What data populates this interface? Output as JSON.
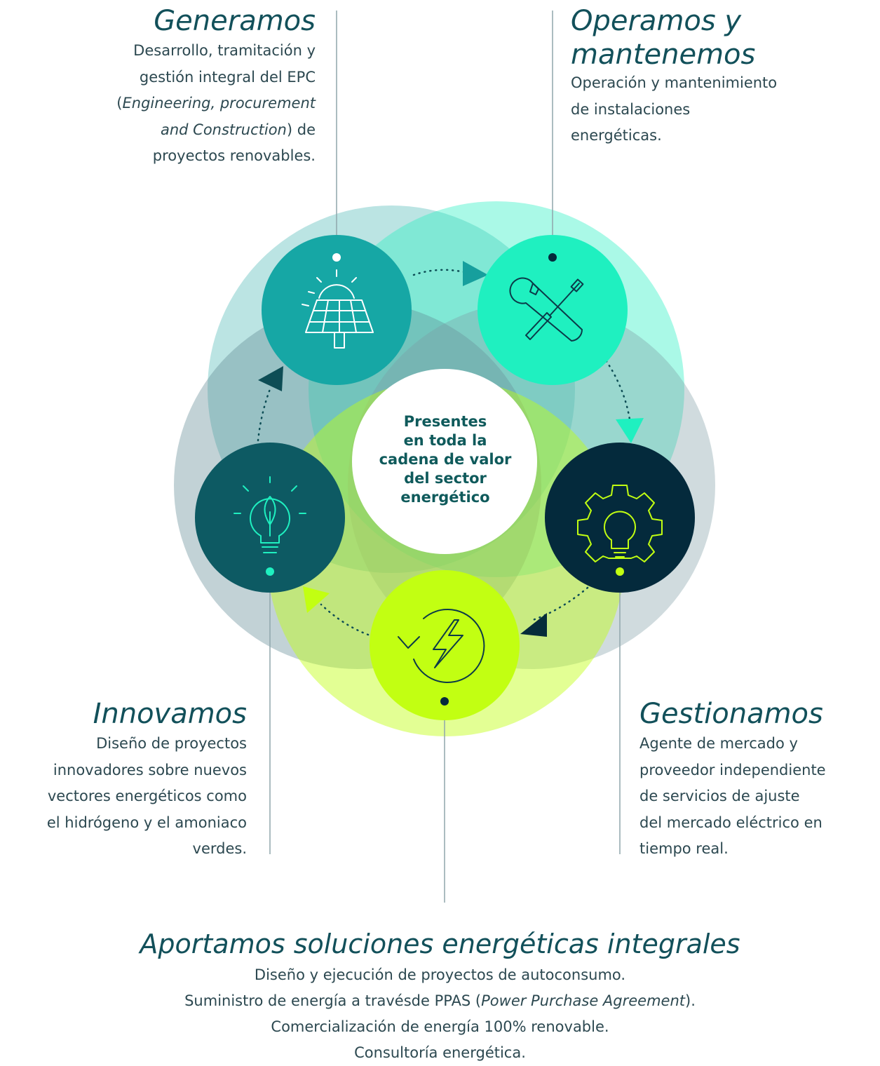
{
  "colors": {
    "teal": "#16a7a5",
    "mint": "#1ff0c0",
    "navy": "#042a3c",
    "lime": "#c2ff12",
    "deep_teal": "#0d5a63",
    "title_text": "#12505a",
    "body_text": "#2c4850"
  },
  "center": {
    "lines": [
      "Presentes",
      "en toda la",
      "cadena de valor",
      "del sector",
      "energético"
    ]
  },
  "nodes": [
    {
      "key": "generamos",
      "icon": "solar-panel-icon"
    },
    {
      "key": "operamos",
      "icon": "wrench-screwdriver-icon"
    },
    {
      "key": "gestionamos",
      "icon": "gear-bulb-icon"
    },
    {
      "key": "aportamos",
      "icon": "lightning-cycle-icon"
    },
    {
      "key": "innovamos",
      "icon": "leaf-bulb-icon"
    }
  ],
  "generamos": {
    "title": "Generamos",
    "lines": [
      "Desarrollo, tramitación y",
      "gestión integral del EPC"
    ],
    "line3_a": "(",
    "line3_em": "Engineering, procurement",
    "line4_em": "and Construction",
    "line4_b": ") de",
    "line5": "proyectos renovables."
  },
  "operamos": {
    "title_line1": "Operamos y",
    "title_line2": "mantenemos",
    "lines": [
      "Operación y mantenimiento",
      "de instalaciones",
      "energéticas."
    ]
  },
  "innovamos": {
    "title": "Innovamos",
    "lines": [
      "Diseño de proyectos",
      "innovadores sobre nuevos",
      "vectores energéticos como",
      "el hidrógeno y el amoniaco",
      "verdes."
    ]
  },
  "gestionamos": {
    "title": "Gestionamos",
    "lines": [
      "Agente de mercado y",
      "proveedor independiente",
      "de servicios de ajuste",
      "del mercado eléctrico en",
      "tiempo real."
    ]
  },
  "aportamos": {
    "title": "Aportamos soluciones energéticas integrales",
    "line1": "Diseño y ejecución de proyectos de autoconsumo.",
    "line2_a": "Suministro de energía a travésde PPAS (",
    "line2_em": "Power Purchase Agreement",
    "line2_b": ").",
    "line3": "Comercialización de energía 100% renovable.",
    "line4": "Consultoría energética."
  }
}
